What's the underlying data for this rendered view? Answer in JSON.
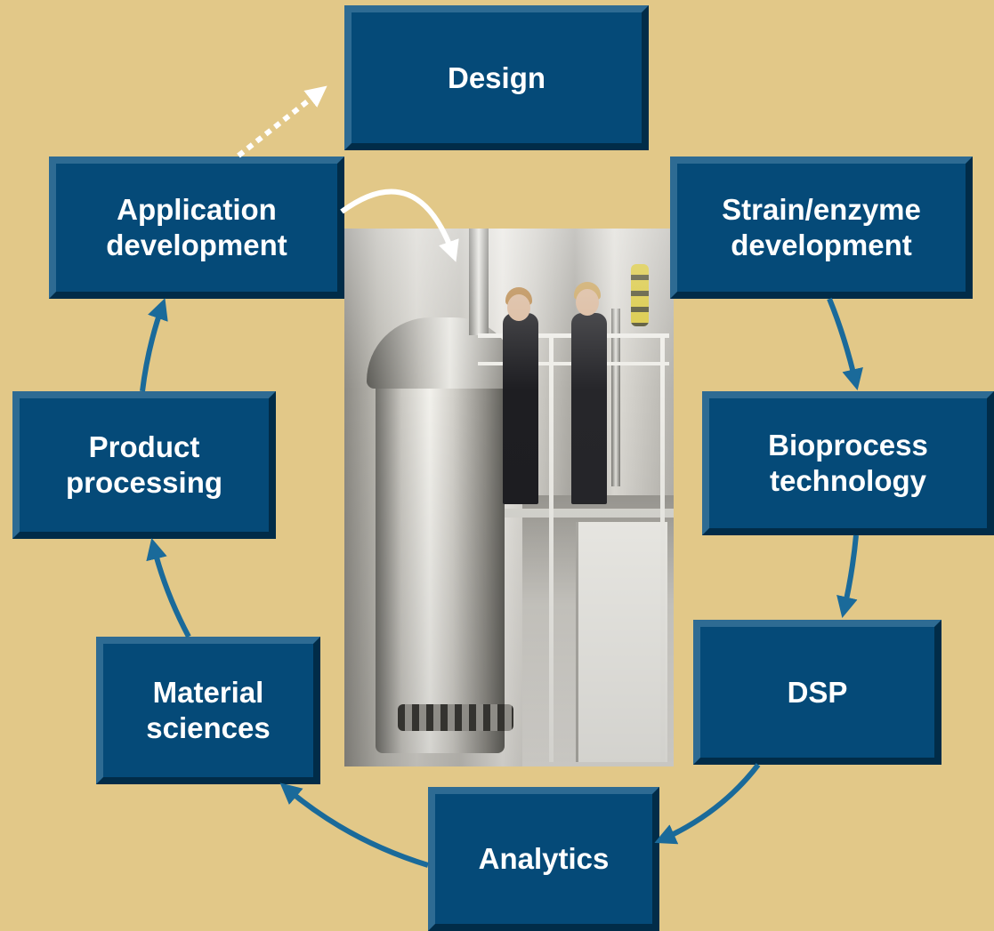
{
  "colors": {
    "background": "#e2c888",
    "box_fill": "#054a78",
    "box_text": "#ffffff",
    "arrow_blue": "#1a6a9a",
    "arrow_white": "#ffffff"
  },
  "center_image": {
    "description": ""
  },
  "boxes": {
    "design": "Design",
    "application_development": "Application\ndevelopment",
    "strain_enzyme_development": "Strain/enzyme\ndevelopment",
    "product_processing": "Product\nprocessing",
    "bioprocess_technology": "Bioprocess\ntechnology",
    "material_sciences": "Material\nsciences",
    "dsp": "DSP",
    "analytics": "Analytics"
  }
}
